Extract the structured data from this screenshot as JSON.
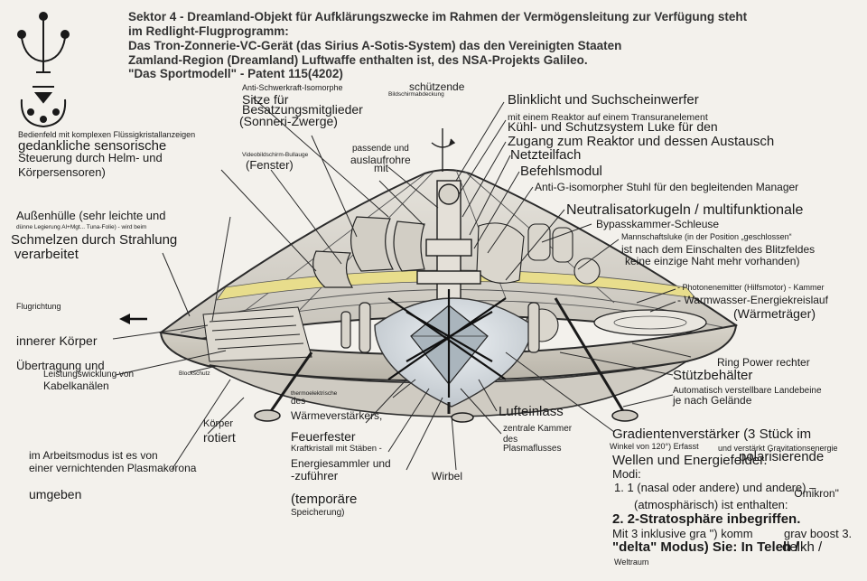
{
  "header": [
    "Sektor 4 - Dreamland-Objekt für Aufklärungszwecke im Rahmen der Vermögensleitung zur Verfügung steht",
    "im Redlight-Flugprogramm:",
    "Das Tron-Zonnerie-VC-Gerät (das Sirius A-Sotis-System) das den Vereinigten Staaten",
    "Zamland-Region (Dreamland) Luftwaffe enthalten ist, des NSA-Projekts Galileo.",
    "\"Das Sportmodell\" - Patent 115(4202)"
  ],
  "labels": {
    "anti_schwerkraft": "Anti-Schwerkraft-Isomorphe",
    "sitze1": "Sitze für",
    "sitze2": "Besatzungsmitglieder",
    "sitze3": "(Sonneri-Zwerge)",
    "schuetzende": "schützende",
    "bildschirm": "Bildschirmabdeckung",
    "blinklicht": "Blinklicht und Suchscheinwerfer",
    "reaktor": "mit einem Reaktor auf einem Transuranelement",
    "kuehl": "Kühl- und Schutzsystem Luke für den",
    "zugang": "Zugang zum Reaktor und dessen Austausch",
    "netzteil": "Netzteilfach",
    "befehl": "Befehlsmodul",
    "antig": "Anti-G-isomorpher Stuhl für den begleitenden Manager",
    "neutral": "Neutralisatorkugeln / multifunktionale",
    "bypass": "Bypasskammer-Schleuse",
    "mannschaft1": "Mannschaftsluke (in der Position „geschlossen“",
    "mannschaft2": "ist nach dem Einschalten des Blitzfeldes",
    "mannschaft3": "keine einzige Naht mehr vorhanden)",
    "photonen": "- Photonenemitter (Hilfsmotor) - Kammer",
    "warmwasser": "- Warmwasser-Energiekreislauf",
    "waermetraeger": "(Wärmeträger)",
    "ringpower": "Ring Power rechter",
    "stuetz": "Stützbehälter",
    "lande1": "Automatisch verstellbare Landebeine",
    "lande2": "je nach Gelände",
    "gradient1": "Gradientenverstärker (3 Stück im",
    "gradient2": "Winkel von 120°) Erfasst",
    "gradient3": "und verstärkt Gravitationsenergie",
    "wellen": "Wellen und Energiefelder.",
    "polar": "polarisierende",
    "modi": "Modi:",
    "modi1": "1. 1 (nasal oder andere) und andere) –",
    "omikron": "\"Omikron\"",
    "atmos": "(atmosphärisch) ist enthalten:",
    "modi2": "2. 2-Stratosphäre inbegriffen.",
    "mit3": "Mit 3 inklusive gra \") komm",
    "grav": "grav boost 3.",
    "delta": "\"delta\" Modus) Sie: In Teleh /",
    "delkh": "delkh /",
    "weltraum": "Weltraum",
    "bedienfeld": "Bedienfeld mit komplexen Flüssigkristallanzeigen",
    "gedanklich": "gedankliche sensorische",
    "steuerung1": "Steuerung durch Helm- und",
    "steuerung2": "Körpersensoren)",
    "video": "Videobildschirm-Bullauge",
    "fenster": "(Fenster)",
    "passende1": "passende und",
    "passende2": "auslaufrohre",
    "mit": "mit",
    "aussen1": "Außenhülle (sehr leichte und",
    "aussen_fine": "dünne Legierung Al+Mgt... Tuna-Folie) - wird beim",
    "schmelzen1": "Schmelzen durch Strahlung",
    "schmelzen2": "verarbeitet",
    "flug": "Flugrichtung",
    "innerer": "innerer Körper",
    "uebertragung1": "Übertragung und",
    "uebertragung2": "Leistungswicklung von",
    "uebertragung3": "Kabelkanälen",
    "block": "Blockschutz",
    "thermo": "thermoelektrische",
    "des": "des",
    "waermeverst": "Wärmeverstärkers,",
    "koerper1": "Körper",
    "koerper2": "rotiert",
    "feuerfester": "Feuerfester",
    "kraftkristall": "Kraftkristall mit Stäben -",
    "energiesammler": "Energiesammler und",
    "zufuehrer": "-zuführer",
    "temporaere": "(temporäre",
    "speicherung": "Speicherung)",
    "arbeitsmodus1": "im Arbeitsmodus ist es von",
    "arbeitsmodus2": "einer vernichtenden Plasmakorona",
    "umgeben": "umgeben",
    "lufteinlass": "Lufteinlass",
    "zentrale1": "zentrale Kammer",
    "zentrale2": "des",
    "zentrale3": "Plasmaflusses",
    "wirbel": "Wirbel"
  },
  "icons": [
    "trident-symbol-icon",
    "triangle-dots-symbol-icon",
    "rotation-arrow-icon",
    "direction-arrow-icon"
  ]
}
